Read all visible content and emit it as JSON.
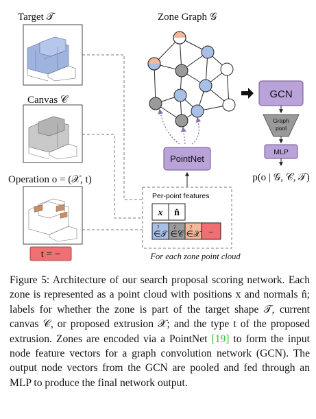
{
  "labels": {
    "target": "Target 𝒯",
    "canvas": "Canvas 𝒞",
    "operation": "Operation o = (𝒳, t)",
    "operation_type": "t = −",
    "zone_graph": "Zone Graph 𝒢",
    "pointnet": "PointNet",
    "gcn": "GCN",
    "graph_pool_line1": "Graph",
    "graph_pool_line2": "pool",
    "mlp": "MLP",
    "output": "p(o | 𝒢, 𝒞, 𝒯)",
    "per_point_features": "Per-point features",
    "feat_x": "x",
    "feat_n": "n̂",
    "feat_target": "∈𝒯",
    "feat_canvas": "∈𝒞",
    "feat_extrusion": "∈𝒳",
    "feat_type": "−",
    "question_mark": "?",
    "each_zone": "For each zone point cloud"
  },
  "colors": {
    "blue_zone": "#a9bfe6",
    "gray_zone": "#9a9a9a",
    "salmon_zone": "#f2b89a",
    "purple_block": "#b9a3d9",
    "purple_border": "#6b548e",
    "red_type": "#ef6f72",
    "citation_green": "#2fbf2f"
  },
  "caption": {
    "prefix": "Figure 5: Architecture of our search proposal scoring network. Each zone is represented as a point cloud with positions x and normals n̂; labels for whether the zone is part of the target shape 𝒯, current canvas 𝒞, or proposed extrusion 𝒳; and the type t of the proposed extrusion. Zones are encoded via a PointNet ",
    "citation": "[19]",
    "suffix": " to form the input node feature vectors for a graph convolution network (GCN). The output node vectors from the GCN are pooled and fed through an MLP to produce the final network output."
  }
}
